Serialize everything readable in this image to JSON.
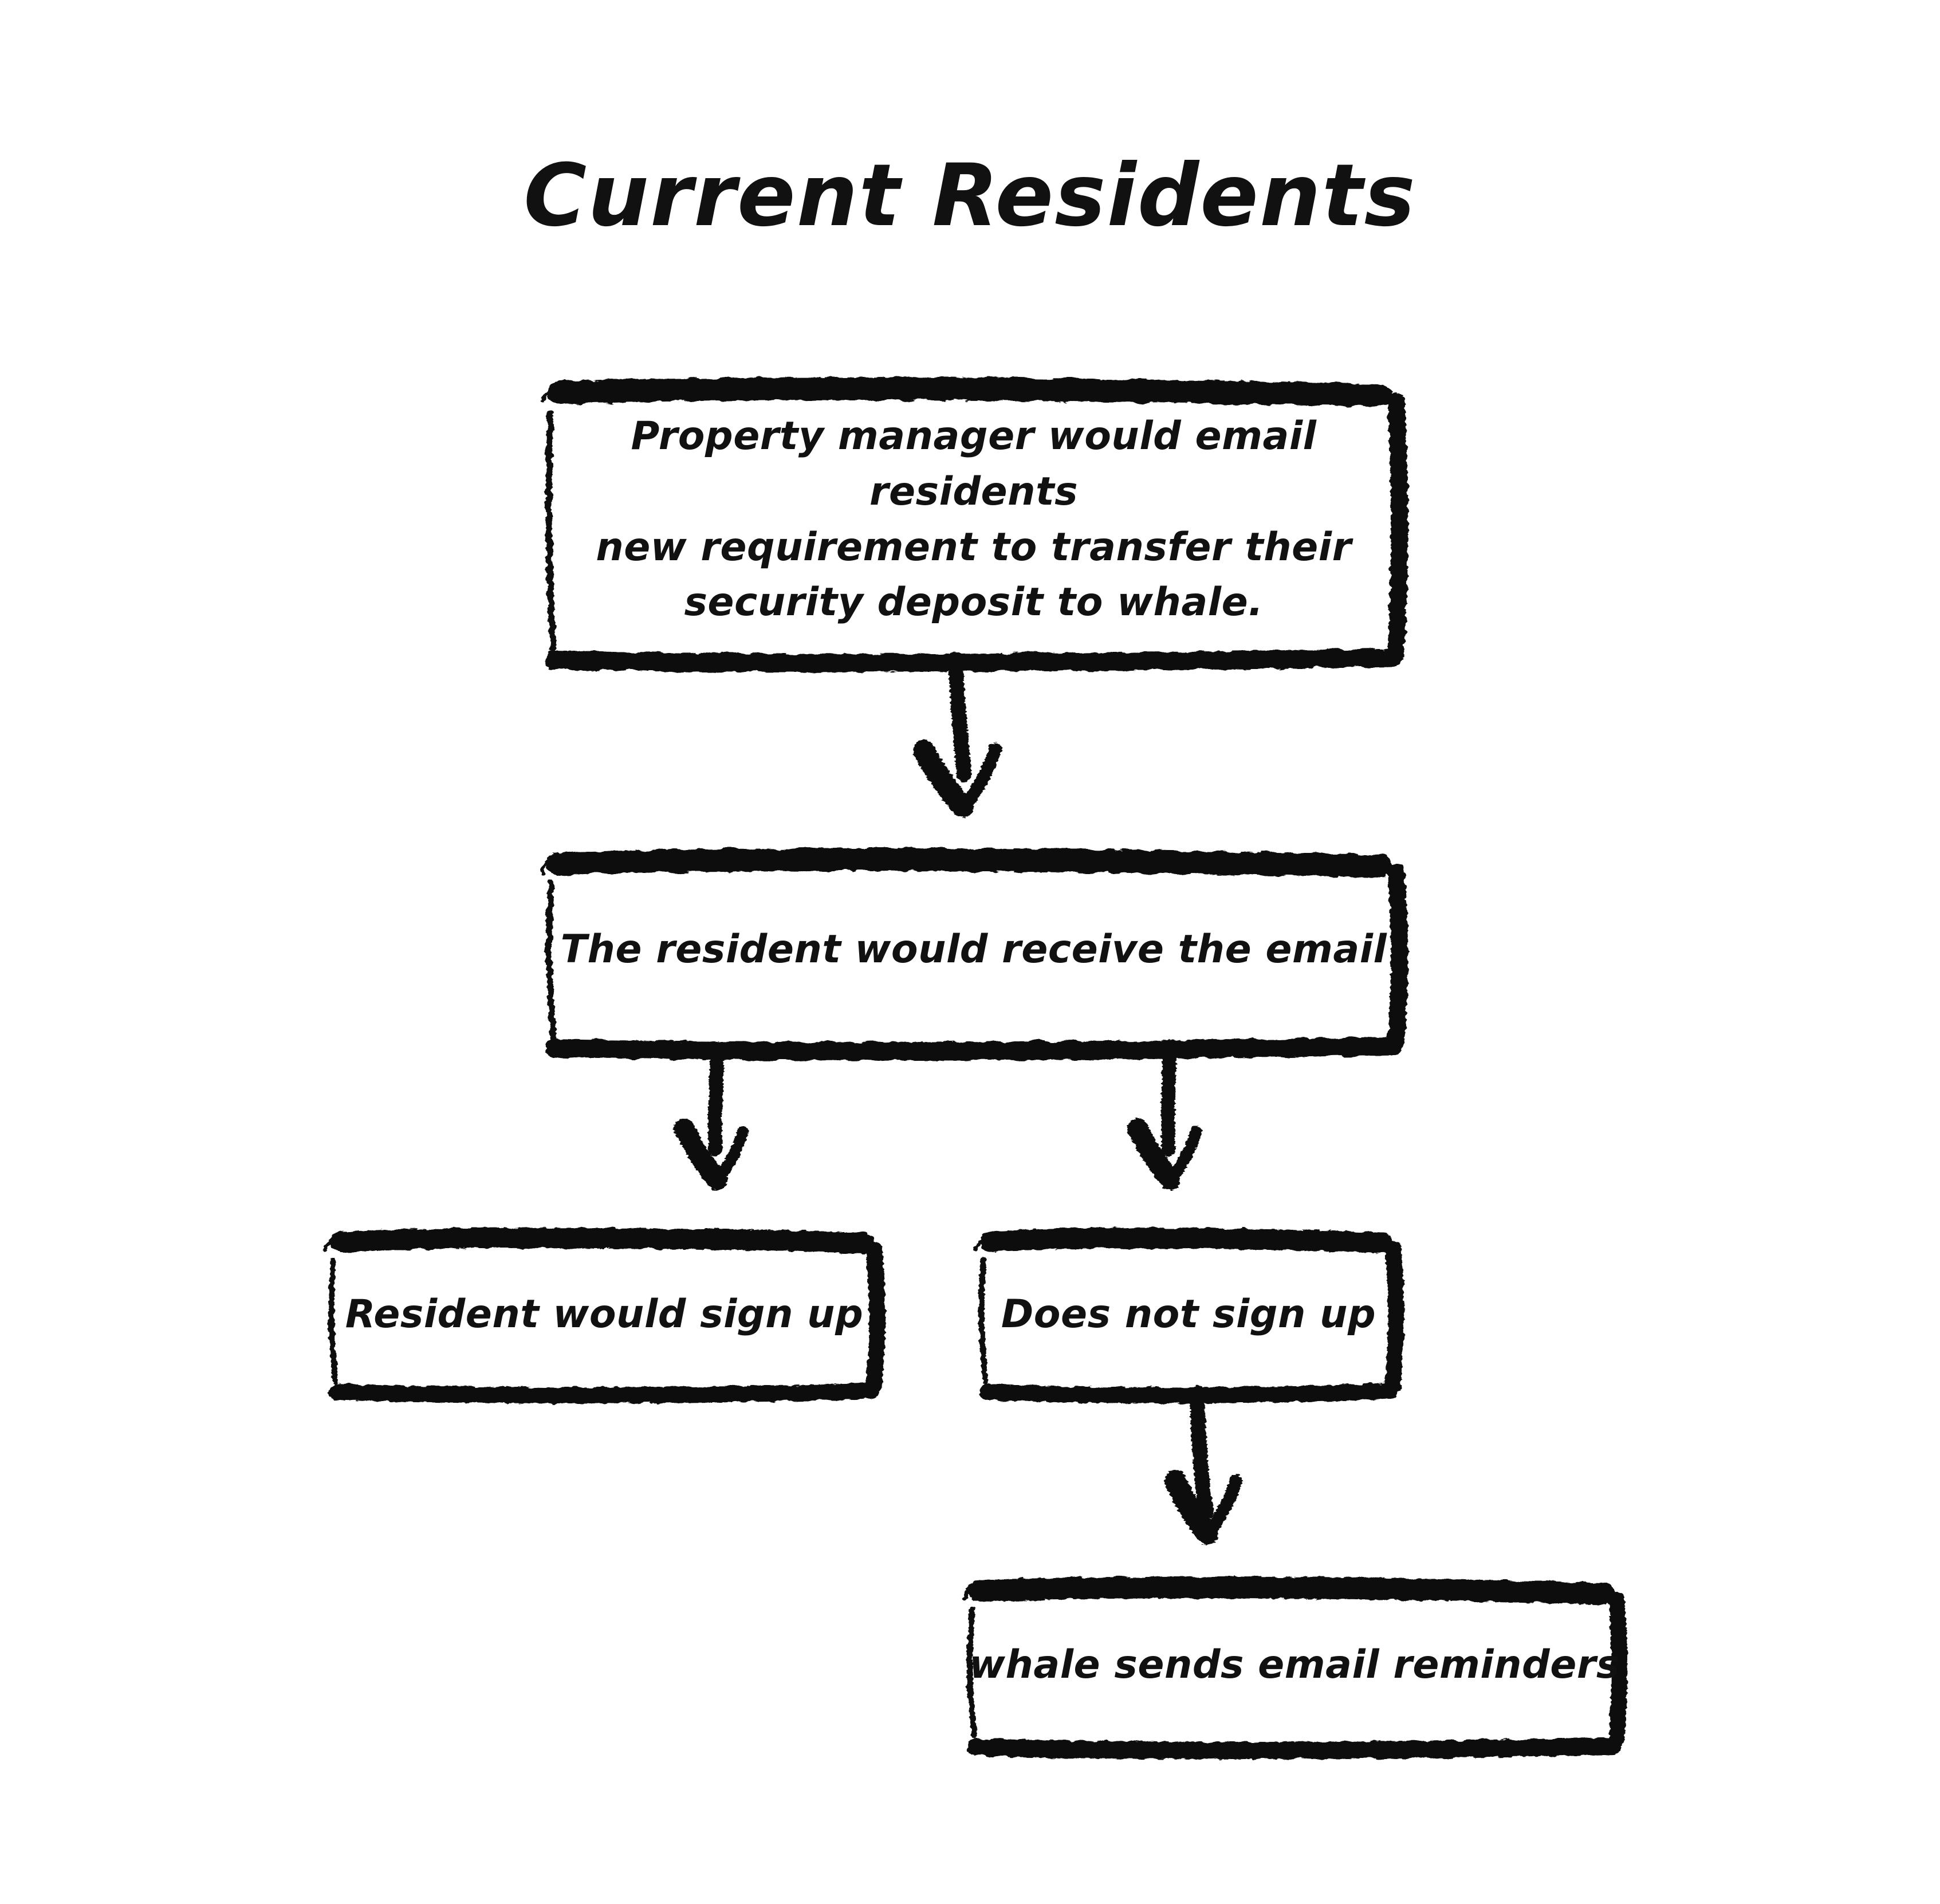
{
  "diagram": {
    "title": "Current Residents",
    "style": "hand-drawn sketch flowchart",
    "ink_color": "#111111",
    "background_color": "#ffffff",
    "nodes": [
      {
        "id": "n1",
        "label": "Property manager would email residents\nnew requirement to transfer their\nsecurity deposit to whale."
      },
      {
        "id": "n2",
        "label": "The resident would receive the email"
      },
      {
        "id": "n3",
        "label": "Resident would sign up"
      },
      {
        "id": "n4",
        "label": "Does not sign up"
      },
      {
        "id": "n5",
        "label": "whale sends email reminders"
      }
    ],
    "edges": [
      {
        "id": "e1",
        "from": "n1",
        "to": "n2",
        "label": ""
      },
      {
        "id": "e2",
        "from": "n2",
        "to": "n3",
        "label": ""
      },
      {
        "id": "e3",
        "from": "n2",
        "to": "n4",
        "label": ""
      },
      {
        "id": "e4",
        "from": "n4",
        "to": "n5",
        "label": ""
      }
    ]
  }
}
